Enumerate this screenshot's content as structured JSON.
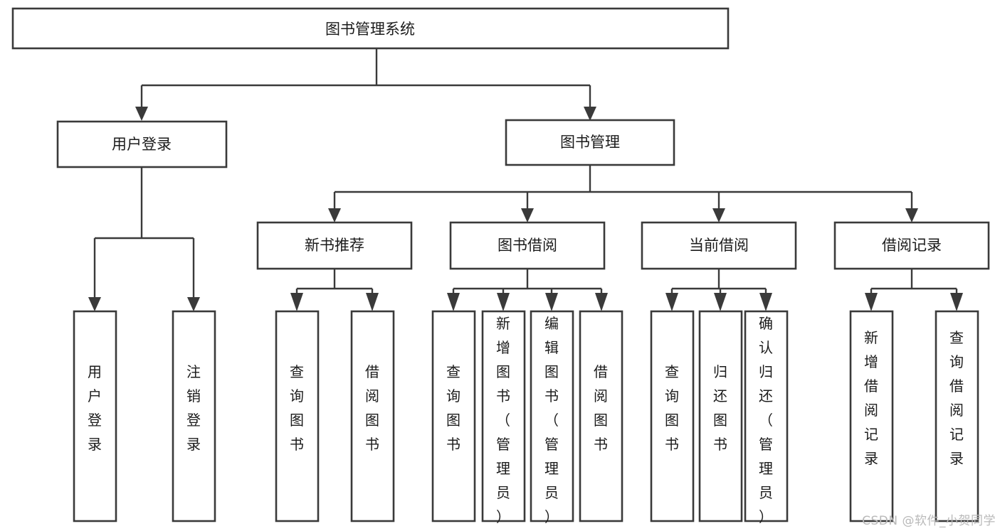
{
  "diagram": {
    "type": "tree",
    "title": "图书管理系统",
    "watermark": "CSDN @软件_小贺同学",
    "nodes": {
      "root": {
        "label": "图书管理系统"
      },
      "level1": [
        {
          "id": "user-login",
          "label": "用户登录"
        },
        {
          "id": "book-management",
          "label": "图书管理"
        }
      ],
      "level2": [
        {
          "id": "new-book-recommend",
          "label": "新书推荐",
          "parent": "book-management"
        },
        {
          "id": "book-borrow",
          "label": "图书借阅",
          "parent": "book-management"
        },
        {
          "id": "current-borrow",
          "label": "当前借阅",
          "parent": "book-management"
        },
        {
          "id": "borrow-record",
          "label": "借阅记录",
          "parent": "book-management"
        }
      ],
      "leaves": [
        {
          "id": "leaf-user-login",
          "label": "用户登录",
          "parent": "user-login"
        },
        {
          "id": "leaf-logout",
          "label": "注销登录",
          "parent": "user-login"
        },
        {
          "id": "leaf-query-book-1",
          "label": "查询图书",
          "parent": "new-book-recommend"
        },
        {
          "id": "leaf-borrow-book-1",
          "label": "借阅图书",
          "parent": "new-book-recommend"
        },
        {
          "id": "leaf-query-book-2",
          "label": "查询图书",
          "parent": "book-borrow"
        },
        {
          "id": "leaf-add-book",
          "label": "新增图书（管理员）",
          "parent": "book-borrow"
        },
        {
          "id": "leaf-edit-book",
          "label": "编辑图书（管理员）",
          "parent": "book-borrow"
        },
        {
          "id": "leaf-borrow-book-2",
          "label": "借阅图书",
          "parent": "book-borrow"
        },
        {
          "id": "leaf-query-book-3",
          "label": "查询图书",
          "parent": "current-borrow"
        },
        {
          "id": "leaf-return-book",
          "label": "归还图书",
          "parent": "current-borrow"
        },
        {
          "id": "leaf-confirm-return",
          "label": "确认归还（管理员）",
          "parent": "current-borrow"
        },
        {
          "id": "leaf-add-record",
          "label": "新增借阅记录",
          "parent": "borrow-record"
        },
        {
          "id": "leaf-query-record",
          "label": "查询借阅记录",
          "parent": "borrow-record"
        }
      ]
    },
    "colors": {
      "stroke": "#3a3a3a",
      "fill": "#ffffff",
      "text": "#1b1b1b",
      "watermark": "#b9b9b9"
    }
  }
}
